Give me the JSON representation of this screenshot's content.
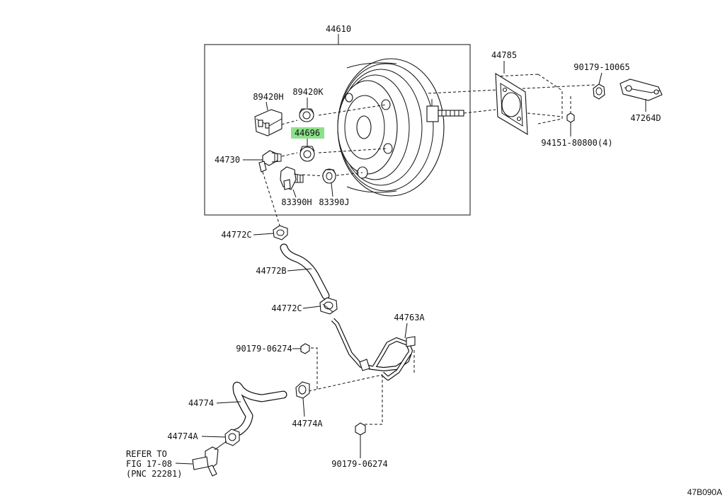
{
  "diagram_code": "47B090A",
  "highlight_color": "#8de08a",
  "callouts": {
    "c44610": "44610",
    "c44785": "44785",
    "c90179_10065": "90179-10065",
    "c47264D": "47264D",
    "c94151": "94151-80800(4)",
    "c89420H": "89420H",
    "c89420K": "89420K",
    "c44696": "44696",
    "c44730": "44730",
    "c83390H": "83390H",
    "c83390J": "83390J",
    "c44772C_top": "44772C",
    "c44772B": "44772B",
    "c44772C_bottom": "44772C",
    "c44763A": "44763A",
    "c90179_06274_top": "90179-06274",
    "c44774": "44774",
    "c44774A_right": "44774A",
    "c44774A_left": "44774A",
    "c90179_06274_bottom": "90179-06274"
  },
  "refer": {
    "line1": "REFER TO",
    "line2": "FIG 17-08",
    "line3": "(PNC 22281)"
  }
}
